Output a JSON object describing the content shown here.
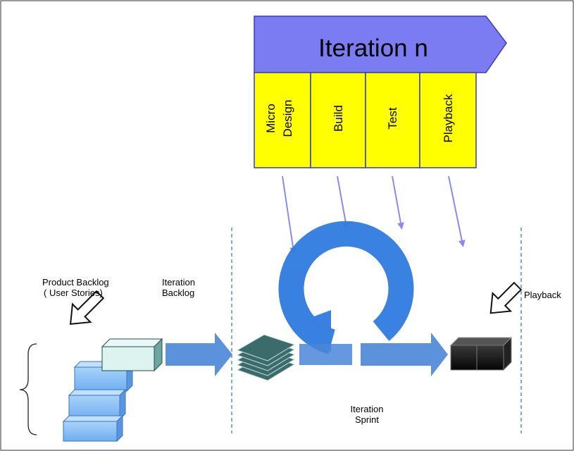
{
  "iteration_banner": {
    "title": "Iteration n",
    "phases": [
      "Micro\nDesign",
      "Build",
      "Test",
      "Playback"
    ]
  },
  "labels": {
    "product_backlog": [
      "Product Backlog",
      "( User Stories)"
    ],
    "iteration_backlog": [
      "Iteration",
      "Backlog"
    ],
    "playback": "Playback",
    "iteration_sprint": [
      "Iteration",
      "Sprint"
    ]
  },
  "colors": {
    "banner_fill": "#7B7BF2",
    "banner_border": "#3C3CB8",
    "phase_fill": "#FFFF00",
    "phase_border": "#3C3CB8",
    "flow_arrow": "#4A86D8",
    "cycle": "#2F7BE0",
    "phase_arrow": "#8A8AF0",
    "divider": "#3A7BD5",
    "product_boxes": "#8EC3F7",
    "backlog_box": "#DDF3F0",
    "sprint_stack": "#2F5C5C",
    "release_box": "#111111"
  }
}
